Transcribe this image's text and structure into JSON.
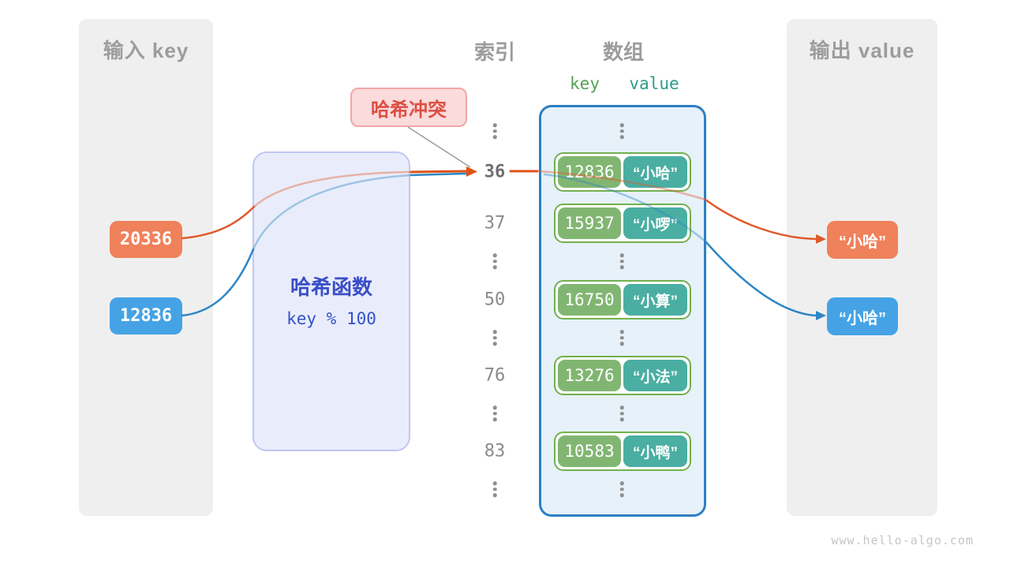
{
  "input_panel": {
    "title": "输入 key",
    "keys": [
      {
        "value": "20336",
        "color": "#EF815B"
      },
      {
        "value": "12836",
        "color": "#45A3E5"
      }
    ]
  },
  "hash_box": {
    "title": "哈希函数",
    "formula": "key % 100"
  },
  "collision_badge": {
    "label": "哈希冲突"
  },
  "index_column": {
    "title": "索引",
    "items": [
      "36",
      "37",
      "50",
      "76",
      "83"
    ],
    "highlighted_index": "36"
  },
  "array_column": {
    "title": "数组",
    "key_header": "key",
    "value_header": "value",
    "pairs": [
      {
        "key": "12836",
        "value": "“小哈”"
      },
      {
        "key": "15937",
        "value": "“小啰”"
      },
      {
        "key": "16750",
        "value": "“小算”"
      },
      {
        "key": "13276",
        "value": "“小法”"
      },
      {
        "key": "10583",
        "value": "“小鸭”"
      }
    ]
  },
  "output_panel": {
    "title": "输出 value",
    "values": [
      {
        "text": "“小哈”",
        "color": "#EF815B"
      },
      {
        "text": "“小哈”",
        "color": "#45A3E5"
      }
    ]
  },
  "watermark": "www.hello-algo.com",
  "colors": {
    "accent_orange": "#EF815B",
    "accent_blue": "#45A3E5",
    "line_orange": "#DC5316",
    "line_blue": "#2E86C4",
    "key_green": "#81B672",
    "value_teal": "#4AAEA2",
    "pair_border": "#72B04E",
    "array_border": "#2B7FC4",
    "array_bg": "#E6F1FA",
    "hash_bg": "#E9EDFB",
    "hash_text": "#3A4EC8",
    "badge_bg": "#FBDBDC",
    "badge_text": "#DB4F43",
    "panel_bg": "#EFEFEF",
    "header_gray": "#9C9C9C"
  }
}
